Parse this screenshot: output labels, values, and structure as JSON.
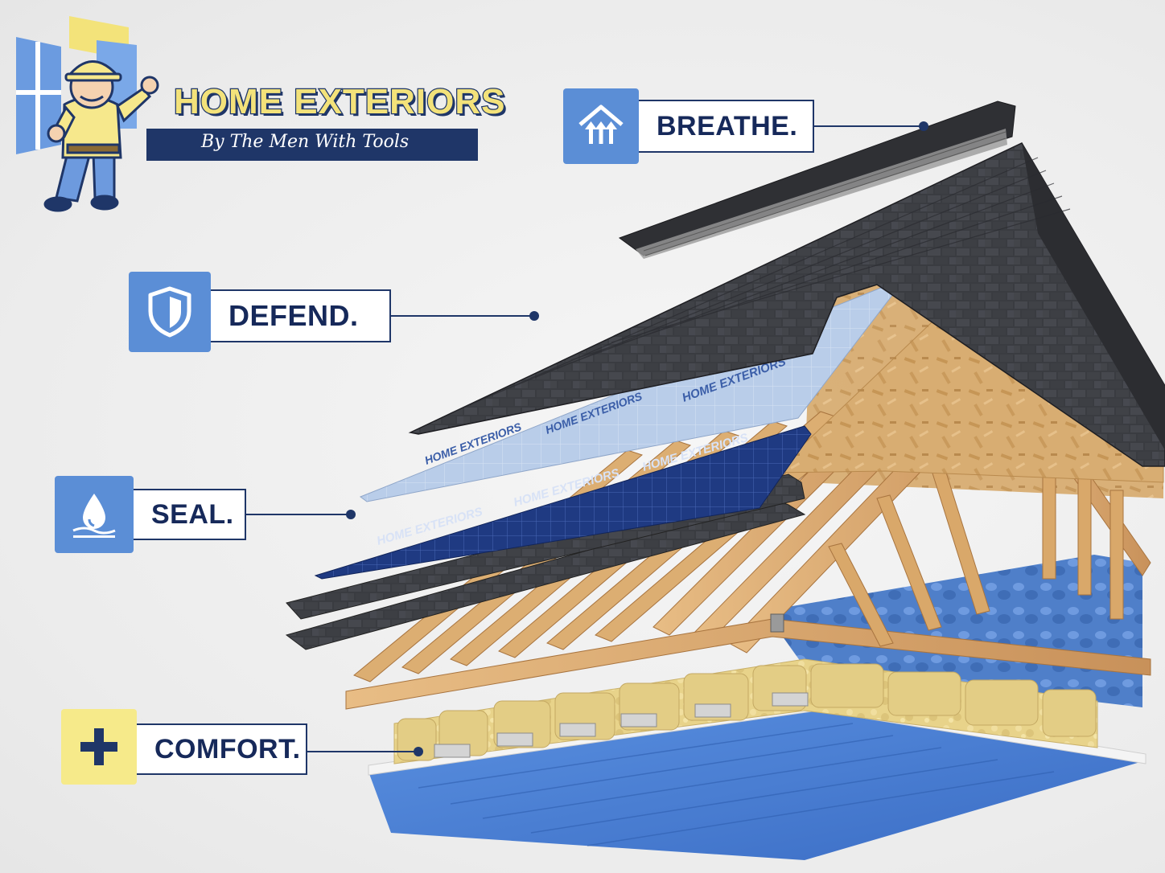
{
  "brand": {
    "name": "HOME EXTERIORS",
    "tagline": "By The Men With Tools"
  },
  "callouts": [
    {
      "id": "breathe",
      "label": "BREATHE.",
      "icon": "roof-vent-arrows-icon"
    },
    {
      "id": "defend",
      "label": "DEFEND.",
      "icon": "shield-icon"
    },
    {
      "id": "seal",
      "label": "SEAL.",
      "icon": "water-drop-icon"
    },
    {
      "id": "comfort",
      "label": "COMFORT.",
      "icon": "plus-icon"
    }
  ],
  "underlayment": {
    "brand_text": "HOME EXTERIORS"
  },
  "colors": {
    "navy": "#1f3668",
    "accent_blue": "#5b8ed6",
    "accent_yellow": "#f6ea8a",
    "shingle": "#3b3d42",
    "wood": "#d9a86a",
    "insulation": "#e9d68c",
    "ceiling_blue": "#4d83d8"
  }
}
